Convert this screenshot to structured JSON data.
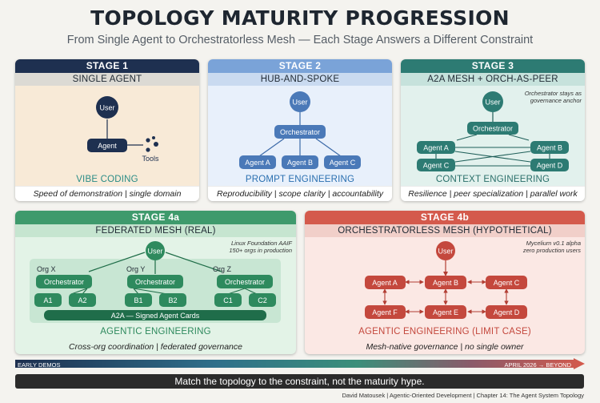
{
  "header": {
    "title": "TOPOLOGY MATURITY PROGRESSION",
    "subtitle": "From Single Agent to Orchestratorless Mesh — Each Stage Answers a Different Constraint"
  },
  "stages": [
    {
      "head": "STAGE 1",
      "sub": "SINGLE AGENT",
      "label": "VIBE CODING",
      "foot": "Speed of demonstration | single domain",
      "colors": {
        "head": "#1e3050",
        "sub": "#dcdad4",
        "body": "#f8ead7",
        "accent": "#1e3050",
        "label": "#2a8c86"
      },
      "nodes": {
        "user": "User",
        "agent": "Agent",
        "tools": "Tools"
      }
    },
    {
      "head": "STAGE 2",
      "sub": "HUB-AND-SPOKE",
      "label": "PROMPT ENGINEERING",
      "foot": "Reproducibility | scope clarity | accountability",
      "colors": {
        "head": "#7aa3d8",
        "sub": "#c9daf0",
        "body": "#e8f0fb",
        "accent": "#4a79b8",
        "label": "#2a6fb0"
      },
      "nodes": {
        "user": "User",
        "orchestrator": "Orchestrator",
        "agents": [
          "Agent A",
          "Agent B",
          "Agent C"
        ]
      }
    },
    {
      "head": "STAGE 3",
      "sub": "A2A MESH + ORCH-AS-PEER",
      "label": "CONTEXT ENGINEERING",
      "foot": "Resilience | peer specialization | parallel work",
      "colors": {
        "head": "#2d7b73",
        "sub": "#c6e2dc",
        "body": "#e2f1ed",
        "accent": "#2d7b73",
        "label": "#2a6f6a"
      },
      "nodes": {
        "user": "User",
        "orchestrator": "Orchestrator",
        "agents": [
          "Agent A",
          "Agent B",
          "Agent C",
          "Agent D"
        ]
      },
      "note": [
        "Orchestrator stays as",
        "governance anchor"
      ]
    },
    {
      "head": "STAGE 4a",
      "sub": "FEDERATED MESH (REAL)",
      "label": "AGENTIC ENGINEERING",
      "foot": "Cross-org coordination | federated governance",
      "colors": {
        "head": "#3e9a6c",
        "sub": "#c6e5d0",
        "body": "#e3f3e7",
        "accent": "#2e8a5e",
        "label": "#2e8a5e",
        "inner": "#c8e6d3"
      },
      "nodes": {
        "user": "User",
        "orgs": [
          {
            "name": "Org X",
            "orchestrator": "Orchestrator",
            "agents": [
              "A1",
              "A2"
            ]
          },
          {
            "name": "Org Y",
            "orchestrator": "Orchestrator",
            "agents": [
              "B1",
              "B2"
            ]
          },
          {
            "name": "Org Z",
            "orchestrator": "Orchestrator",
            "agents": [
              "C1",
              "C2"
            ]
          }
        ],
        "bus": "A2A — Signed Agent Cards"
      },
      "note": [
        "Linux Foundation AAIF",
        "150+ orgs in production"
      ]
    },
    {
      "head": "STAGE 4b",
      "sub": "ORCHESTRATORLESS MESH (HYPOTHETICAL)",
      "label": "AGENTIC ENGINEERING (LIMIT CASE)",
      "foot": "Mesh-native governance | no single owner",
      "colors": {
        "head": "#d45a4c",
        "sub": "#f1cfc9",
        "body": "#fbe8e4",
        "accent": "#c4483d",
        "label": "#c4483d"
      },
      "nodes": {
        "user": "User",
        "agents": [
          "Agent A",
          "Agent B",
          "Agent C",
          "Agent F",
          "Agent E",
          "Agent D"
        ]
      },
      "note": [
        "Mycelium v0.1 alpha",
        "zero production users"
      ]
    }
  ],
  "timeline": {
    "start": "EARLY DEMOS",
    "end": "APRIL 2026 → BEYOND"
  },
  "banner": "Match the topology to the constraint, not the maturity hype.",
  "footer": "David Matousek | Agentic-Oriented Development | Chapter 14: The Agent System Topology"
}
